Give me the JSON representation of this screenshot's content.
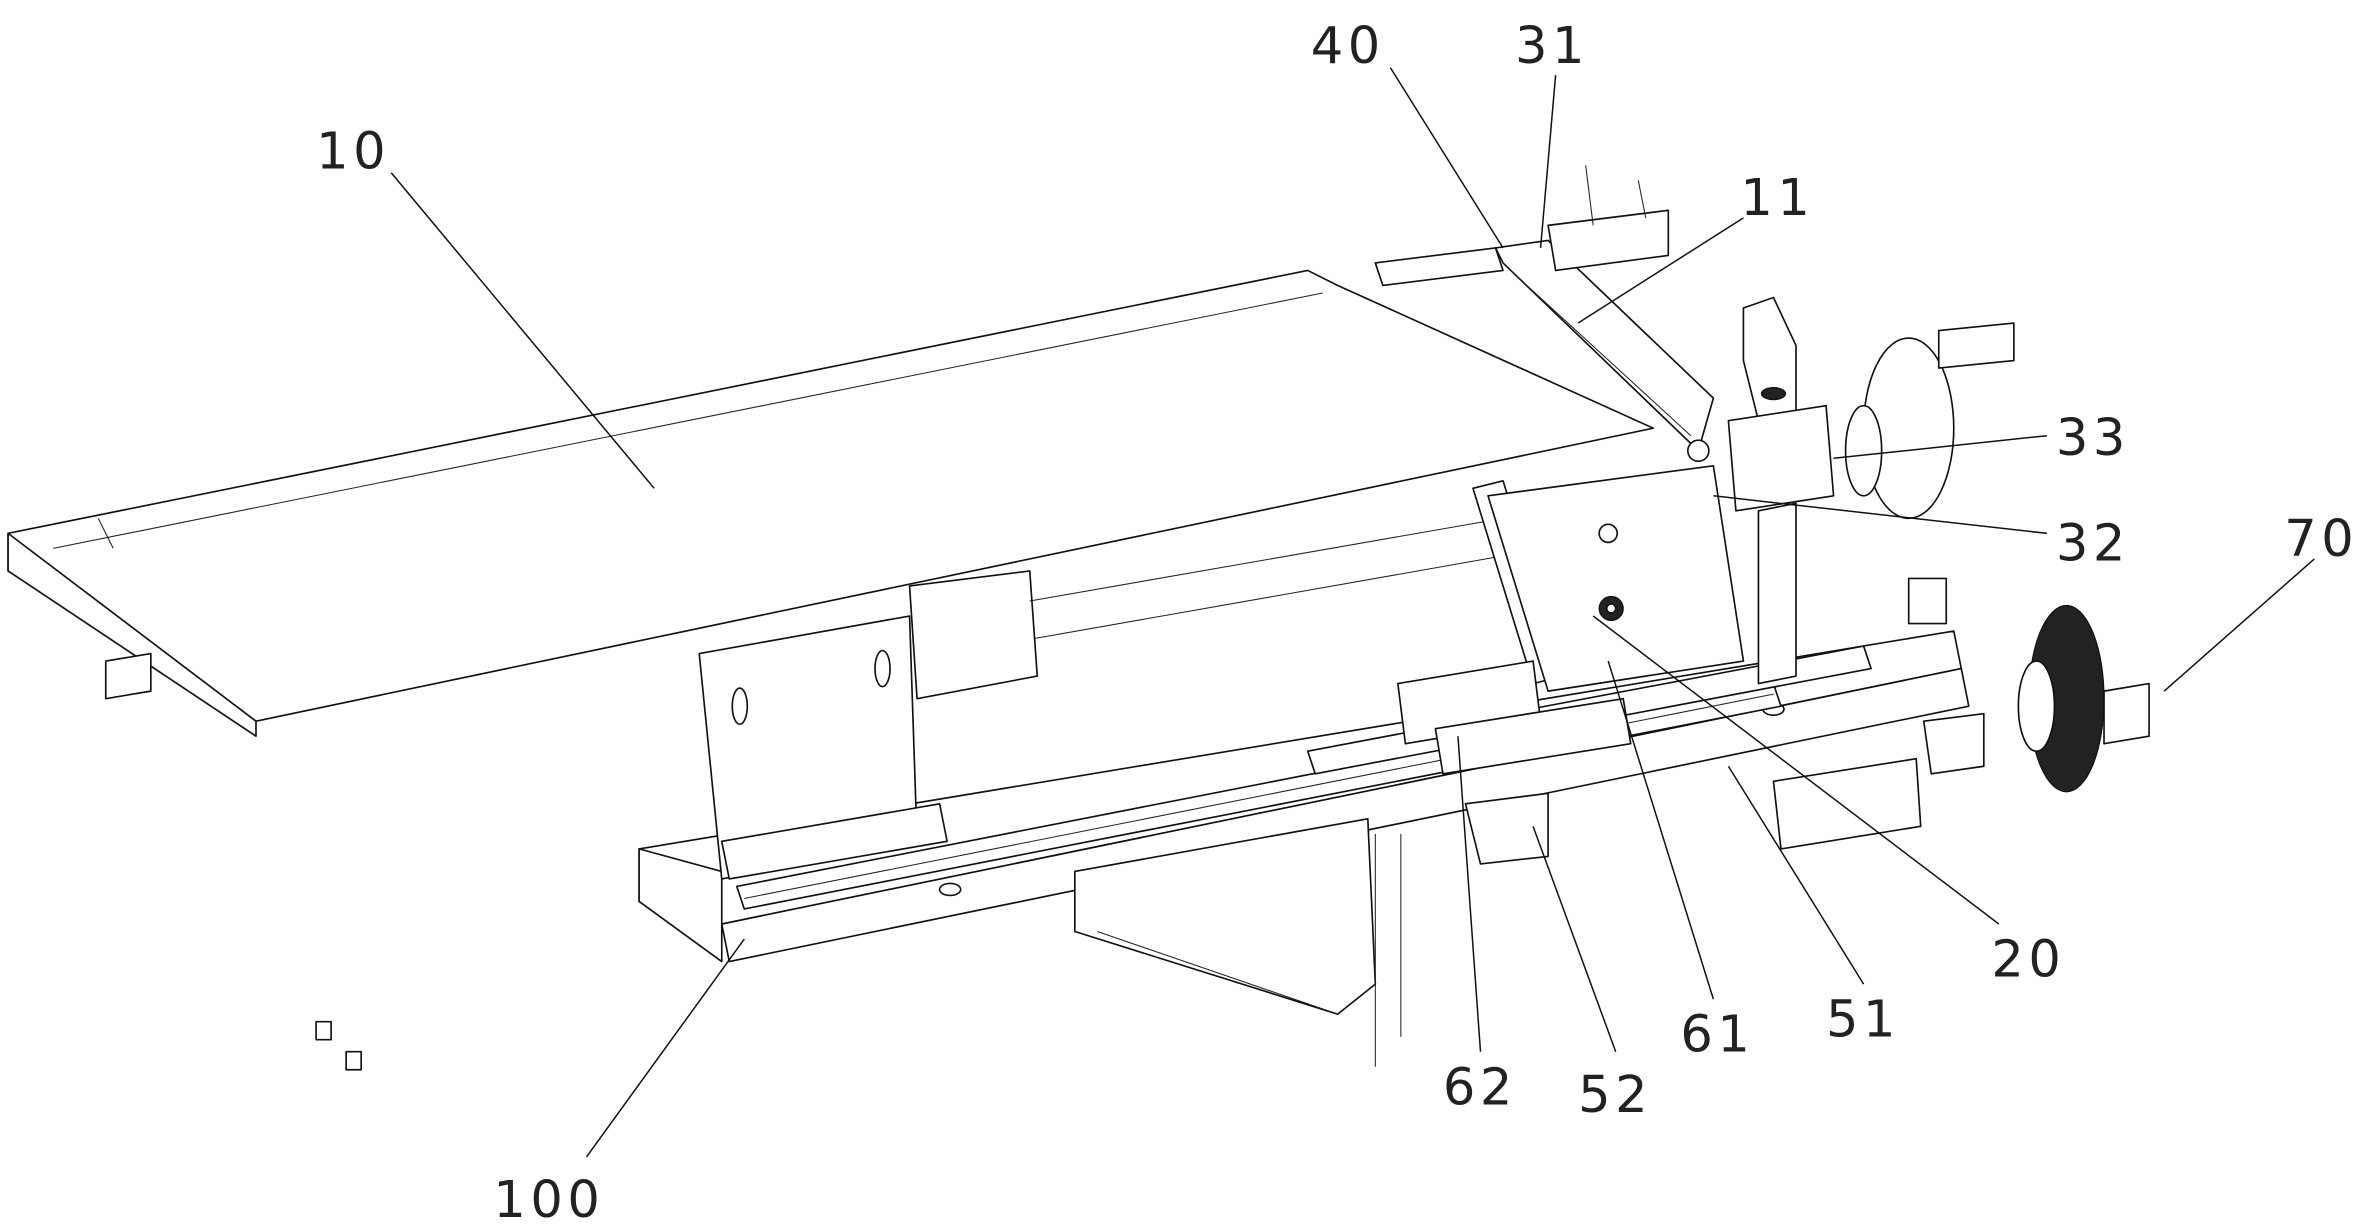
{
  "labels": {
    "l10": "10",
    "l40": "40",
    "l31": "31",
    "l11": "11",
    "l33": "33",
    "l32": "32",
    "l70": "70",
    "l20": "20",
    "l51": "51",
    "l61": "61",
    "l52": "52",
    "l62": "62",
    "l100": "100"
  },
  "colors": {
    "line": "#111111",
    "background": "#ffffff"
  }
}
